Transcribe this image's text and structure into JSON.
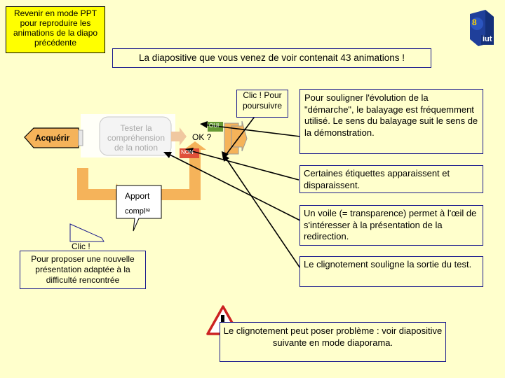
{
  "top_left_button": "Revenir en mode PPT pour reproduire les animations de la diapo précédente",
  "slide_number": "8",
  "logo_text": "iut",
  "header_banner": "La diapositive que vous venez de voir contenait 43 animations !",
  "diagram": {
    "acquerir": "Acquérir",
    "tester": "Tester la compréhension de la notion",
    "ok": "OK ?",
    "oui": "OUI",
    "non": "NON",
    "apport_line1": "Apport",
    "apport_line2": "complʳᵉ"
  },
  "callouts": {
    "clic_poursuivre": "Clic ! Pour poursuivre",
    "clic": "Clic !",
    "nouvelle_presentation": "Pour proposer une nouvelle présentation adaptée à la difficulté rencontrée"
  },
  "notes": {
    "balayage": "Pour souligner l'évolution de la \"démarche\", le balayage est fréquemment utilisé. Le sens du balayage suit le sens de la démonstration.",
    "etiquettes": "Certaines étiquettes apparaissent et disparaissent.",
    "voile": "Un voile (= transparence) permet à l'œil de s'intéresser à la présentation de la redirection.",
    "clignotement": "Le clignotement souligne la sortie du test.",
    "warning": "Le clignotement peut poser problème : voir diapositive suivante en mode diaporama."
  },
  "colors": {
    "background": "#ffffcc",
    "button_yellow": "#ffff00",
    "arrow_orange": "#f5b35a",
    "oui_green": "#669933",
    "non_red": "#e0503a",
    "border_blue": "#1a1a8c"
  }
}
